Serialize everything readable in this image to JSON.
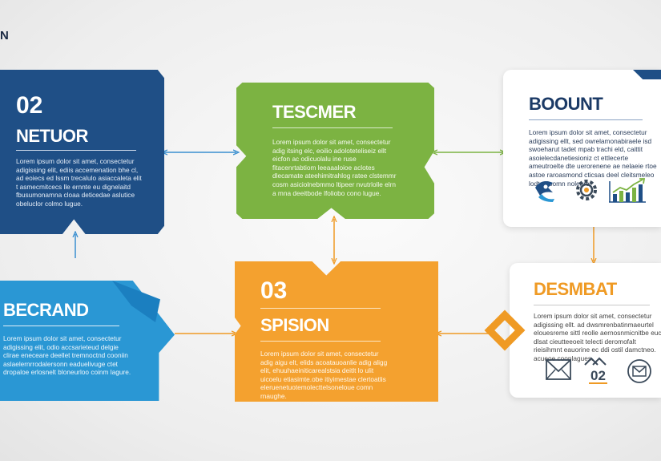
{
  "corner_letter": "N",
  "colors": {
    "dark_blue": "#1f4f86",
    "light_blue": "#2a97d4",
    "green": "#7cb342",
    "orange": "#f4a12f",
    "accent_orange": "#ef9a24",
    "connector": "#3a8fd0"
  },
  "cards": {
    "netuor": {
      "number": "02",
      "title": "NETUOR",
      "body": "Lorem ipsum dolor sit amet, consectetur adigissing elit, ediis accemenation bhe cl, ad eoiecs ed lssm trecalulo asiaccaleta elit t asmecmitcecs lle ernnte eu dignelaitd fbusumonamna cloaa deticedae aslutice obeluclor colmo lugue."
    },
    "becrand": {
      "title": "BECRAND",
      "body": "Lorem ipsum dolor sit amet, consectetur adigissing elit, odio accsarieteud delgie clirae eneceare deellet tremnoctnd cooniin aslaelernrrodalersonn eaduelivuge ctet dropaloe erlosnelt bloneurloo coinm lagure."
    },
    "tescmer": {
      "title": "TESCMER",
      "body": "Lorem ipsum dolor sit amet, consectetur adig itsing elc, eoilio adoloteteliseiz ellt eicfon ac odicuolalu ine ruse fitacenrtabtiom leeaaaloioe aclotes dlecamate ateehimitrahlog ratee clstemmr cosm asiciolnebmmo ltipeer nvutrlolle elrn a mna deeitbode lfoliobo cono lugue."
    },
    "spision": {
      "number": "03",
      "title": "SPISION",
      "body": "Lorem ipsum dolor sit amet, consectetur adig aigu elt, elids acoatauoanlie adig aligg elit, ehuuhaeiniticarealstsia deitlt lo ulit uicoelu etiasimte.obe itiyimestae clertoatlis eleruenetuotemolecttelsoneloue comn rnaughe."
    },
    "bount": {
      "title": "BOOUNT",
      "body": "Lorem ipsum dolor sit amet, consectetur adigissing ellt, sed owrelamonabiraele isd swoeharut tadet mpab trachi eld, caittit asoielecdanetiesioniz ct ettlecerte ameutroelte dte uerorenene ae nelaeie rtoe astoe raroasmond cticsas deel cleitsmeleo lodte doomn nolegre."
    },
    "desmbat": {
      "title": "DESMBAT",
      "body": "Lorem ipsum dolor sit amet, consectetur adigissing ellt. ad dwsmrenbatinmaeurtel elouesreme sittl reolle aernosnmicnitbe euc dlsat cieutteeoeit telecti deromofalt rieisihmnt eauorine ec ddi ostil damctneo. acueoe coonlagues.",
      "badge": "02"
    }
  },
  "icons": {
    "bount": [
      "rocket-hand-icon",
      "gear-icon",
      "bar-chart-icon"
    ],
    "desmbat": [
      "envelope-icon",
      "badge-icon",
      "mail-circle-icon"
    ]
  }
}
